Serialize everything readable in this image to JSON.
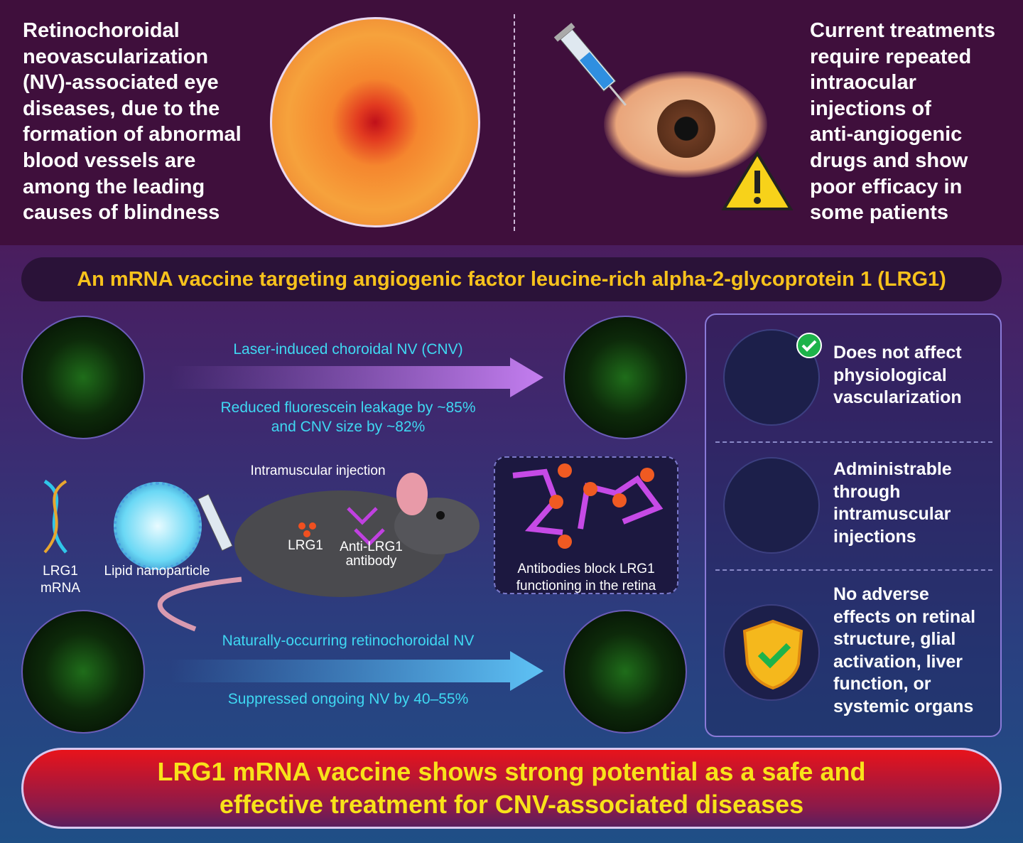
{
  "top": {
    "left_text": [
      "Retinochoroidal",
      "neovascularization",
      "(NV)-associated eye",
      "diseases, due to the",
      "formation of abnormal",
      "blood vessels are",
      "among the leading",
      "causes of blindness"
    ],
    "right_text": [
      "Current treatments",
      "require repeated",
      "intraocular",
      "injections of",
      "anti-angiogenic",
      "drugs and show",
      "poor efficacy in",
      "some patients"
    ]
  },
  "banner": "An mRNA vaccine targeting angiogenic factor leucine-rich alpha-2-glycoprotein 1 (LRG1)",
  "cnv": {
    "title": "Laser-induced choroidal NV (CNV)",
    "result_1": "Reduced fluorescein leakage by ~85%",
    "result_2": "and CNV size by ~82%"
  },
  "mechanism": {
    "mrna": "LRG1",
    "mrna2": "mRNA",
    "lnp": "Lipid nanoparticle",
    "injection": "Intramuscular injection",
    "lrg1": "LRG1",
    "antibody": "Anti-LRG1",
    "antibody2": "antibody",
    "inset_1": "Antibodies block LRG1",
    "inset_2": "functioning in the retina"
  },
  "natural": {
    "title": "Naturally-occurring retinochoroidal NV",
    "result": "Suppressed ongoing NV by 40–55%"
  },
  "panel": [
    {
      "lines": [
        "Does not affect",
        "physiological",
        "vascularization"
      ]
    },
    {
      "lines": [
        "Administrable",
        "through",
        "intramuscular",
        "injections"
      ]
    },
    {
      "lines": [
        "No adverse",
        "effects on retinal",
        "structure, glial",
        "activation, liver",
        "function, or",
        "systemic organs"
      ]
    }
  ],
  "conclusion": [
    "LRG1 mRNA vaccine shows strong potential as a safe and",
    "effective treatment for CNV-associated diseases"
  ]
}
